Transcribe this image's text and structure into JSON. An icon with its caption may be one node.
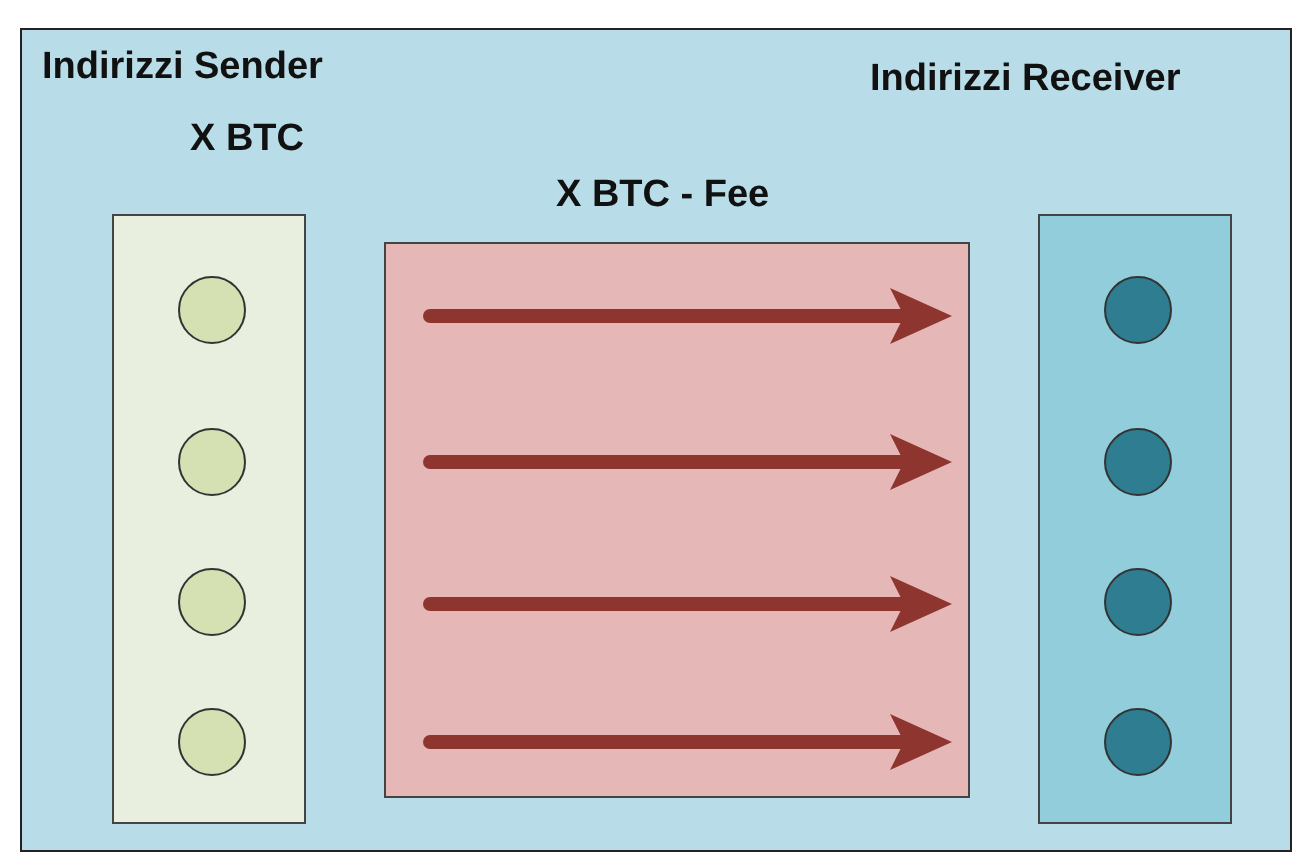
{
  "diagram": {
    "nodes": [
      {
        "text": [],
        "shape": "box"
      },
      {
        "text": [
          "Indirizzi Sender",
          "X BTC"
        ],
        "in": 0
      },
      {
        "text": [],
        "shape": "circle",
        "in": 1
      },
      {
        "text": [],
        "shape": "circle",
        "in": 1
      },
      {
        "text": [],
        "shape": "circle",
        "in": 1
      },
      {
        "text": [],
        "shape": "circle",
        "in": 1
      },
      {
        "text": [
          "X BTC - Fee"
        ],
        "in": 0
      },
      {
        "text": [
          "Indirizzi Receiver"
        ],
        "in": 0
      },
      {
        "text": [],
        "shape": "circle",
        "in": 7
      },
      {
        "text": [],
        "shape": "circle",
        "in": 7
      },
      {
        "text": [],
        "shape": "circle",
        "in": 7
      },
      {
        "text": [],
        "shape": "circle",
        "in": 7
      }
    ]
  }
}
